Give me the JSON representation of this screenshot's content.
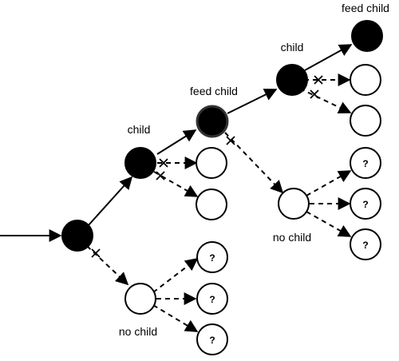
{
  "labels": {
    "child_1": "child",
    "feed_child_1": "feed child",
    "child_2": "child",
    "feed_child_2": "feed child",
    "no_child_1": "no child",
    "no_child_2": "no child"
  },
  "unknown_mark": "?",
  "colors": {
    "filled_node": "#000000",
    "empty_node": "#ffffff",
    "stroke": "#000000",
    "highlight_stroke": "#333333"
  }
}
